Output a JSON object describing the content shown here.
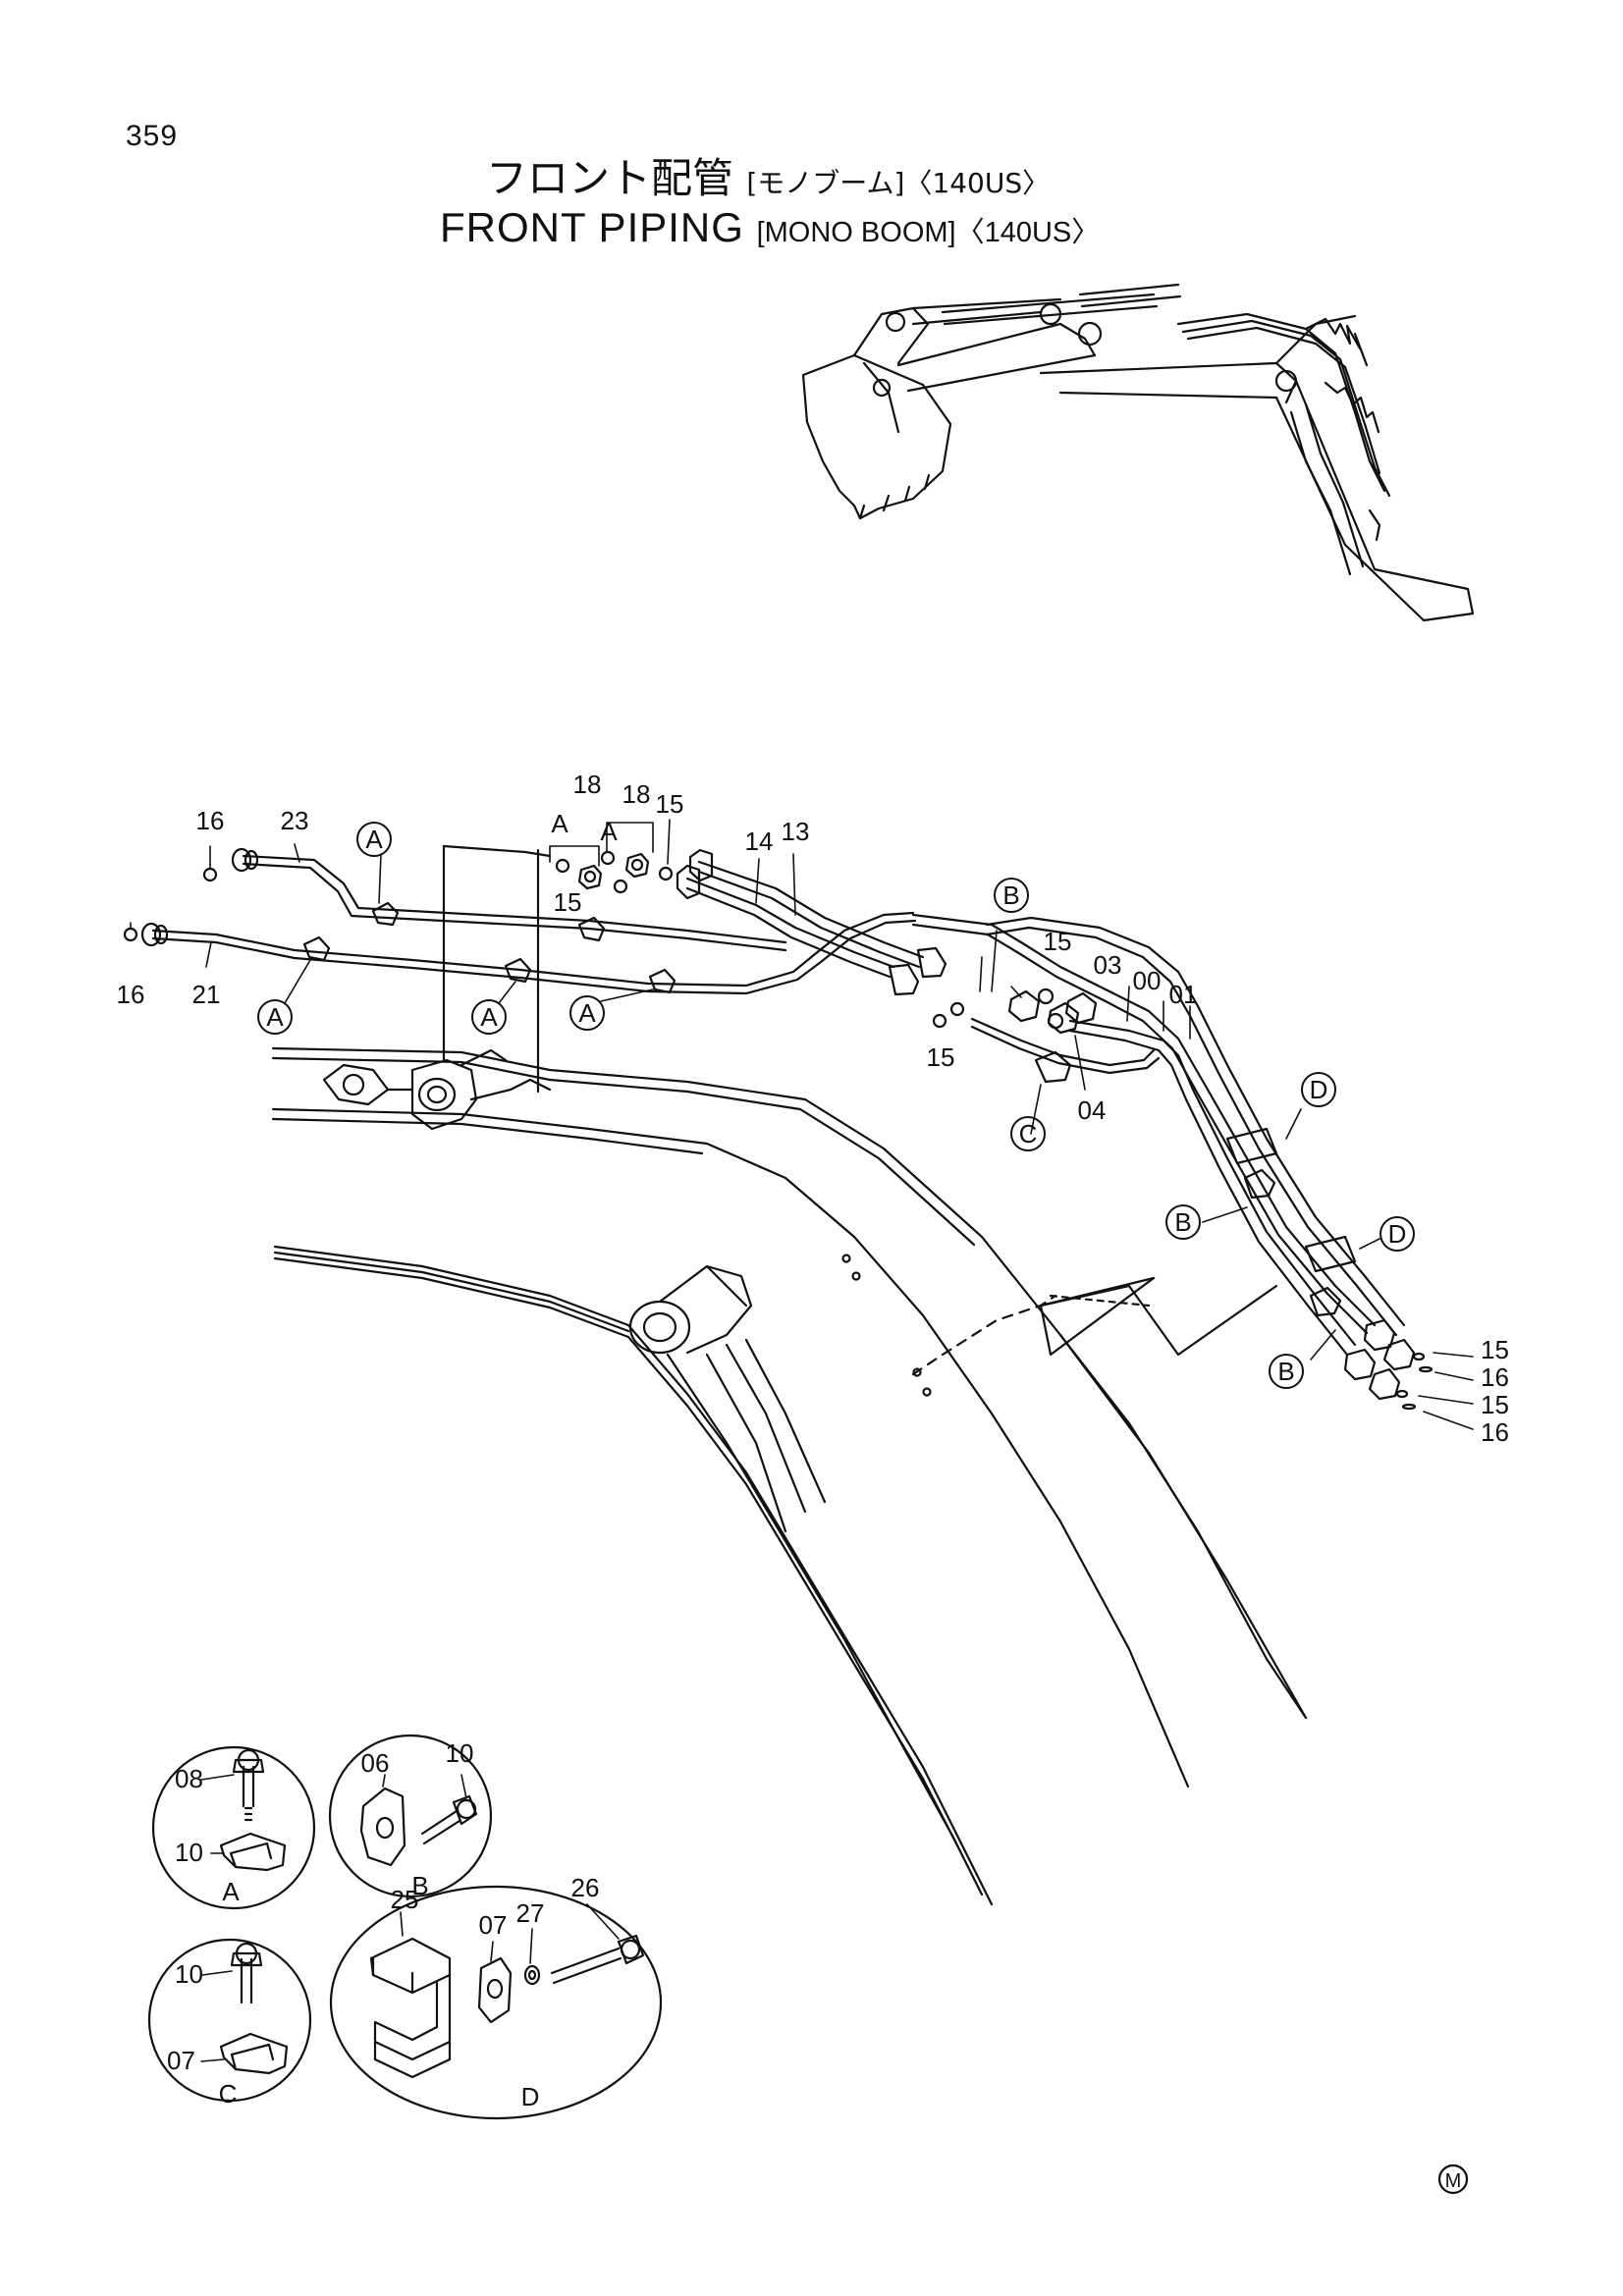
{
  "page_number": "359",
  "title_jp": {
    "main": "フロント配管",
    "sub": "[モノブーム]〈140US〉"
  },
  "title_en": {
    "main": "FRONT  PIPING",
    "sub": "[MONO BOOM]〈140US〉"
  },
  "mark": "M",
  "callouts": {
    "c1": "A",
    "c2": "A",
    "c3": "A",
    "c4": "A",
    "c5": "B",
    "c6": "C",
    "c7": "D",
    "c8": "B",
    "c9": "D",
    "c10": "B"
  },
  "port_letters": {
    "a1": "A",
    "a2": "A"
  },
  "part_labels": {
    "p16a": "16",
    "p23": "23",
    "p16b": "16",
    "p21": "21",
    "p18a": "18",
    "p18b": "18",
    "p15a": "15",
    "p15b": "15",
    "p14": "14",
    "p13": "13",
    "p15c": "15",
    "p03": "03",
    "p00": "00",
    "p01": "01",
    "p15d": "15",
    "p04": "04",
    "r15a": "15",
    "r16a": "16",
    "r15b": "15",
    "r16b": "16"
  },
  "details": {
    "A": {
      "letter": "A",
      "labels": [
        "08",
        "10"
      ]
    },
    "B": {
      "letter": "B",
      "labels": [
        "06",
        "10"
      ]
    },
    "C": {
      "letter": "C",
      "labels": [
        "10",
        "07"
      ]
    },
    "D": {
      "letter": "D",
      "labels": [
        "25",
        "07",
        "27",
        "26"
      ]
    }
  }
}
